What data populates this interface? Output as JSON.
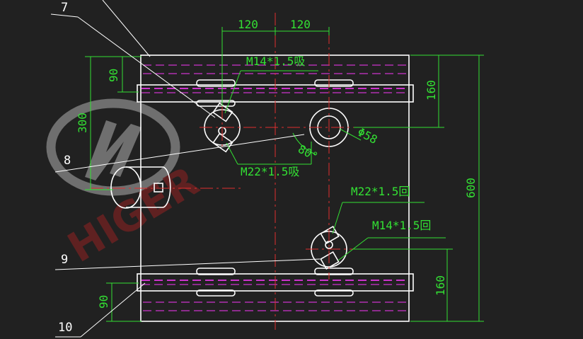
{
  "colors": {
    "background": "#212121",
    "outline": "#ffffff",
    "dimension": "#33e033",
    "hidden_line": "#cc33cc",
    "centerline": "#e03030",
    "watermark": "#6a2222"
  },
  "dimensions": {
    "top_left": "120",
    "top_right": "120",
    "left_top_90": "90",
    "left_300": "300",
    "right_top_160": "160",
    "right_600": "600",
    "right_bottom_160": "160",
    "left_bottom_90": "90",
    "diameter": "Φ58",
    "angle": "80°"
  },
  "threads": {
    "upper_small": "M14*1.5吸",
    "upper_large": "M22*1.5吸",
    "lower_large": "M22*1.5回",
    "lower_small": "M14*1.5回"
  },
  "callouts": {
    "c7": "7",
    "c8": "8",
    "c9": "9",
    "c10": "10"
  },
  "watermark": {
    "text": "HIGER"
  }
}
